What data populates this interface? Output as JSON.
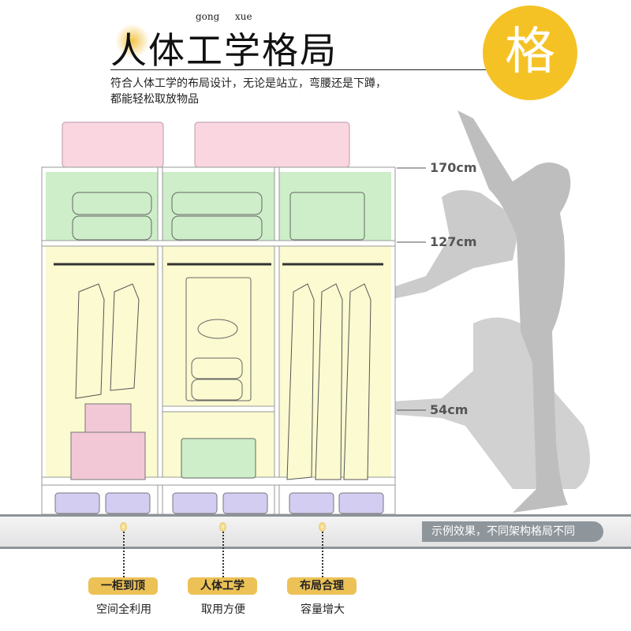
{
  "header": {
    "title": "人体工学格局",
    "pinyin": [
      "gong",
      "xue"
    ],
    "description_line1": "符合人体工学的布局设计，无论是站立，弯腰还是下蹲，",
    "description_line2": "都能轻松取放物品",
    "badge": "格"
  },
  "heights": [
    "170cm",
    "127cm",
    "54cm"
  ],
  "note": "示例效果，不同架构格局不同",
  "features": [
    {
      "label": "一柜到顶",
      "sub": "空间全利用"
    },
    {
      "label": "人体工学",
      "sub": "取用方便"
    },
    {
      "label": "布局合理",
      "sub": "容量增大"
    }
  ],
  "colors": {
    "accent": "#f5c226",
    "pill": "#ecc156",
    "pink": "#f9d6e0",
    "green": "#cdeec8",
    "yellow": "#fbfad0",
    "purple": "#d4cdf2"
  }
}
